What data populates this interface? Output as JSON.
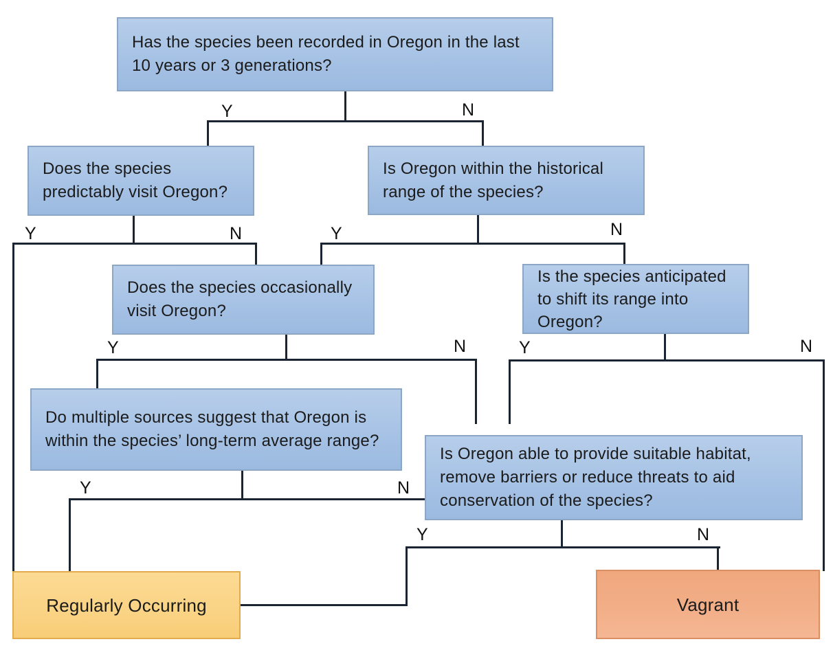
{
  "diagram": {
    "type": "decision-flowchart",
    "subject": "Oregon species occurrence status decision tree"
  },
  "branch_labels": {
    "yes": "Y",
    "no": "N"
  },
  "nodes": {
    "q1": {
      "text": "Has the species been recorded in Oregon in the last 10 years or 3 generations?",
      "kind": "question"
    },
    "q2": {
      "text": "Does the species predictably visit Oregon?",
      "kind": "question"
    },
    "q3": {
      "text": "Is Oregon within the historical range of the species?",
      "kind": "question"
    },
    "q4": {
      "text": "Does the species occasionally visit Oregon?",
      "kind": "question"
    },
    "q5": {
      "text": "Is the species anticipated to shift its range into Oregon?",
      "kind": "question"
    },
    "q6": {
      "text": "Do multiple sources suggest that Oregon is within the species’ long-term average range?",
      "kind": "question"
    },
    "q7": {
      "text": "Is Oregon able to provide suitable habitat, remove barriers or reduce threats to aid conservation of the species?",
      "kind": "question"
    },
    "regularly_occurring": {
      "text": "Regularly Occurring",
      "kind": "outcome"
    },
    "vagrant": {
      "text": "Vagrant",
      "kind": "outcome"
    }
  },
  "edges": [
    {
      "from": "q1",
      "answer": "Y",
      "to": "q2"
    },
    {
      "from": "q1",
      "answer": "N",
      "to": "q3"
    },
    {
      "from": "q2",
      "answer": "Y",
      "to": "regularly_occurring"
    },
    {
      "from": "q2",
      "answer": "N",
      "to": "q4"
    },
    {
      "from": "q3",
      "answer": "Y",
      "to": "q4"
    },
    {
      "from": "q3",
      "answer": "N",
      "to": "q5"
    },
    {
      "from": "q4",
      "answer": "Y",
      "to": "q6"
    },
    {
      "from": "q4",
      "answer": "N",
      "to": "q7"
    },
    {
      "from": "q5",
      "answer": "Y",
      "to": "q7"
    },
    {
      "from": "q5",
      "answer": "N",
      "to": "vagrant"
    },
    {
      "from": "q6",
      "answer": "Y",
      "to": "regularly_occurring"
    },
    {
      "from": "q6",
      "answer": "N",
      "to": "q7"
    },
    {
      "from": "q7",
      "answer": "Y",
      "to": "regularly_occurring"
    },
    {
      "from": "q7",
      "answer": "N",
      "to": "vagrant"
    }
  ],
  "colors": {
    "question_fill": "#a6c2e5",
    "question_border": "#8ca6c6",
    "regular_fill": "#fad486",
    "regular_border": "#e2ac4e",
    "vagrant_fill": "#f2ae87",
    "vagrant_border": "#d98f63",
    "connector": "#1a2433",
    "text": "#1b1b1b"
  }
}
